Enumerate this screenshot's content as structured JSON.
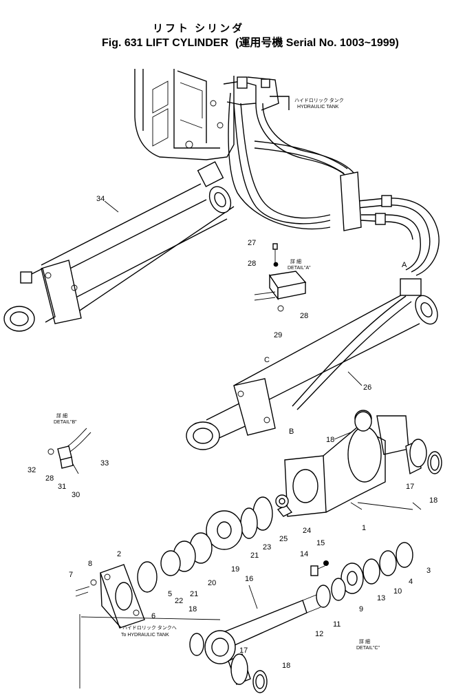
{
  "title": {
    "jp": "リフト シリンダ",
    "fig": "Fig. 631 LIFT CYLINDER",
    "serial": "(運用号機 Serial No. 1003~1999)"
  },
  "notes": {
    "hydraulic_tank_jp": "ハイドロリック タンク",
    "hydraulic_tank": "HYDRAULIC TANK",
    "detail_a_jp": "詳 細",
    "detail_a": "DETAIL\"A\"",
    "detail_b_jp": "詳 細",
    "detail_b": "DETAIL\"B\"",
    "detail_c_jp": "詳 細",
    "detail_c": "DETAIL\"C\"",
    "to_tank_jp": "ハイドロリック タンクへ",
    "to_tank": "To HYDRAULIC TANK",
    "mark_a": "A",
    "mark_b": "B",
    "mark_c": "C",
    "mark_detail": "詳"
  },
  "callouts": [
    "34",
    "27",
    "28",
    "28",
    "29",
    "26",
    "18",
    "17",
    "18",
    "1",
    "24",
    "25",
    "23",
    "21",
    "19",
    "20",
    "21",
    "22",
    "5",
    "6",
    "2",
    "8",
    "7",
    "14",
    "15",
    "16",
    "9",
    "13",
    "10",
    "4",
    "3",
    "12",
    "11",
    "18",
    "17",
    "18",
    "32",
    "33",
    "28",
    "31",
    "30"
  ],
  "colors": {
    "ink": "#000000",
    "paper": "#ffffff"
  }
}
